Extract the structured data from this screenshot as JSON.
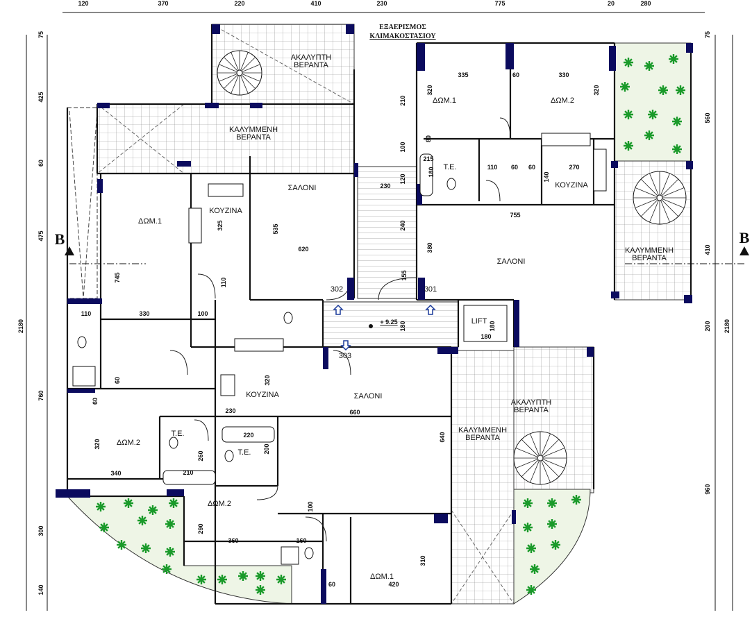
{
  "plan": {
    "ventilation_note": [
      "ΕΞΑΕΡΙΣΜΟΣ",
      "ΚΛΙΜΑΚΟΣΤΑΣΙΟΥ"
    ],
    "section_marker": "B",
    "level": "+ 9.25",
    "lift": "LIFT",
    "apartments": [
      "302",
      "301",
      "303"
    ],
    "rooms": {
      "open_veranda": [
        "ΑΚΑΛΥΠΤΗ",
        "ΒΕΡΑΝΤΑ"
      ],
      "covered_veranda": [
        "ΚΑΛΥΜΜΕΝΗ",
        "ΒΕΡΑΝΤΑ"
      ],
      "living": "ΣΑΛΟΝΙ",
      "kitchen": "ΚΟΥΖΙΝΑ",
      "bedroom1": "ΔΩΜ.1",
      "bedroom2": "ΔΩΜ.2",
      "bath": "Τ.Ε."
    },
    "top_dimensions": [
      "120",
      "370",
      "220",
      "410",
      "230",
      "775",
      "20",
      "280"
    ],
    "left_dimensions": [
      "75",
      "425",
      "60",
      "475",
      "760",
      "300",
      "140"
    ],
    "left_total": "2180",
    "right_dimensions": [
      "75",
      "560",
      "410",
      "200",
      "960"
    ],
    "right_total": "2180",
    "inner_dimensions": [
      "335",
      "60",
      "330",
      "320",
      "320",
      "210",
      "100",
      "80",
      "215",
      "180",
      "110",
      "60",
      "60",
      "270",
      "140",
      "120",
      "230",
      "755",
      "240",
      "380",
      "325",
      "535",
      "620",
      "745",
      "110",
      "155",
      "180",
      "180",
      "180",
      "110",
      "330",
      "100",
      "60",
      "60",
      "320",
      "230",
      "660",
      "640",
      "320",
      "340",
      "220",
      "260",
      "200",
      "210",
      "290",
      "360",
      "160",
      "100",
      "310",
      "420",
      "60"
    ],
    "colors": {
      "wall": "#111111",
      "column": "#0b0b5e",
      "plant": "#1a9a2a",
      "planter_bg": "#eef5e6",
      "arrow": "#1a3a9a"
    }
  }
}
